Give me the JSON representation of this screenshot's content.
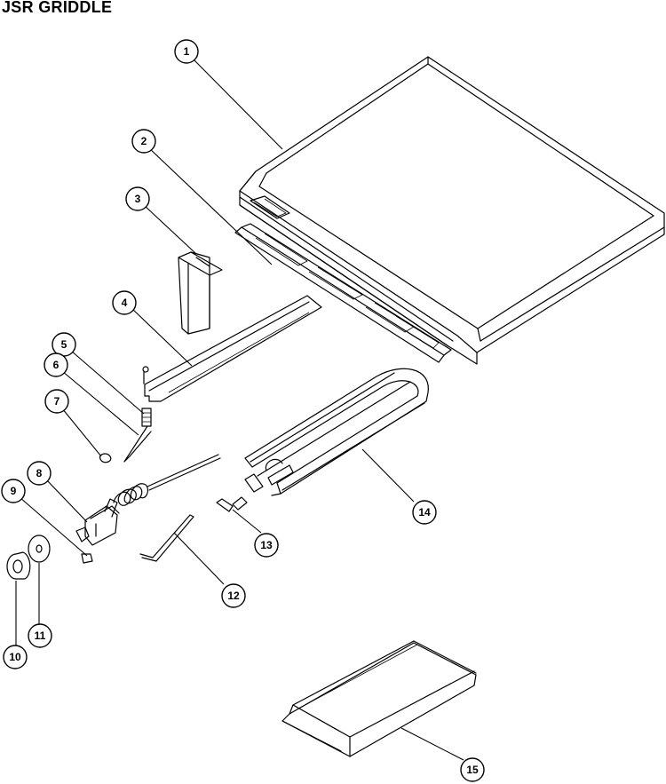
{
  "title": "JSR GRIDDLE",
  "callouts": [
    "1",
    "2",
    "3",
    "4",
    "5",
    "6",
    "7",
    "8",
    "9",
    "10",
    "11",
    "12",
    "13",
    "14",
    "15"
  ]
}
